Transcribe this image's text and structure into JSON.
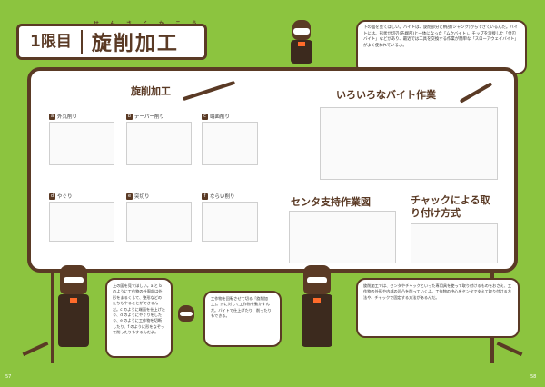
{
  "header": {
    "lesson": "1限目",
    "title": "旋削加工",
    "ruby": "せんさくかこう"
  },
  "intro_text": "下の図を見てほしい。バイトは、旋削部分と柄部(シャンク)からできているんだ。バイトには、形状が切刃(先端部)と一体になった「ムクバイト」、チップを溶接した「付刃バイト」などがあり、最近では工具を交換する作業が簡単な「スローアウェイバイト」がよく使われているよ。",
  "board": {
    "left_heading": "旋削加工",
    "right_heading_1": "いろいろなバイト作業",
    "right_heading_2": "センタ支持作業図",
    "right_heading_3": "チャックによる取り付け方式",
    "items": [
      {
        "num": "a",
        "label": "外丸削り"
      },
      {
        "num": "b",
        "label": "テーパー削り"
      },
      {
        "num": "c",
        "label": "端面削り"
      },
      {
        "num": "d",
        "label": "やぐり"
      },
      {
        "num": "e",
        "label": "突切り"
      },
      {
        "num": "f",
        "label": "ならい削り"
      }
    ]
  },
  "bubbles": {
    "left": "上の図を見てほしい。a と b のように工作物の外周部は外形をまるくして、整形などのたちもやることができるんだ。c のように端面を仕上げたり、d のようにやぐりをしたり、e のように工作物を切断したり、f のように形をなぞって削ったりもするんだよ。",
    "middle": "工作物を回転させて切る「旋削加工」。刃に対して工作物を動かすんだ。バイトで仕上げたり、削ったりもできる。",
    "right": "旋削加工では、センタやチャックといった専用具を使って取り付けるものをおさえ、工作物の外形や内部の凹凸を削っていくよ。工作物の中心をセンタで支えて取り付ける方法や、チャックで固定する方法があるんだ。"
  },
  "page_numbers": {
    "left": "57",
    "right": "58"
  },
  "colors": {
    "background": "#8cc43f",
    "board_border": "#5a3a25",
    "accent": "#ff6b2b"
  }
}
